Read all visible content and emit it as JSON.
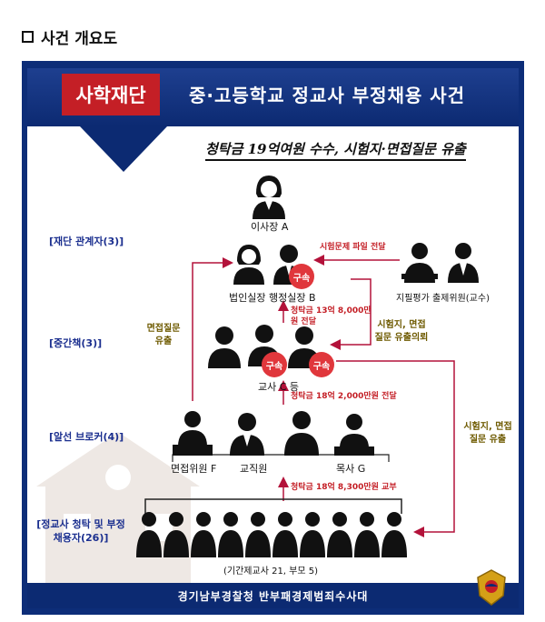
{
  "heading": "사건 개요도",
  "banner": {
    "tag": "사학재단",
    "title": "중·고등학교 정교사 부정채용 사건"
  },
  "subtitle": "청탁금 19억여원 수수, 시험지·면접질문 유출",
  "sections": {
    "foundation": "[재단 관계자(3)]",
    "middle": "[중간책(3)]",
    "broker": "[알선 브로커(4)]",
    "applicants": "[정교사 청탁 및 부정 채용자(26)]"
  },
  "people": {
    "chairman": "이사장 A",
    "office": "법인실장  행정실장 B",
    "examiners": "지필평가 출제위원(교수)",
    "teachers": "교사 C 등",
    "interviewer": "면접위원 F",
    "staff": "교직원",
    "pastor": "목사 G",
    "applicants": "(기간제교사 21, 부모 5)"
  },
  "badges": {
    "arrest": "구속"
  },
  "notes": {
    "exam_transfer": "시험문제 파일 전달",
    "money_b": "청탁금 13억 8,000만원 전달",
    "leak_teachers": "시험지, 면접질문 유출의뢰",
    "leak_interview": "면접질문 유출",
    "money_c": "청탁금 18억 2,000만원 전달",
    "leak_applicants": "시험지, 면접질문 유출",
    "money_applicants": "청탁금 18억 8,300만원 교부"
  },
  "footer": "경기남부경찰청 반부패경제범죄수사대",
  "colors": {
    "navy": "#0c2a72",
    "red": "#c41f26",
    "arrow": "#b3123a",
    "olive": "#6e5a00",
    "label": "#1b2f8f"
  }
}
